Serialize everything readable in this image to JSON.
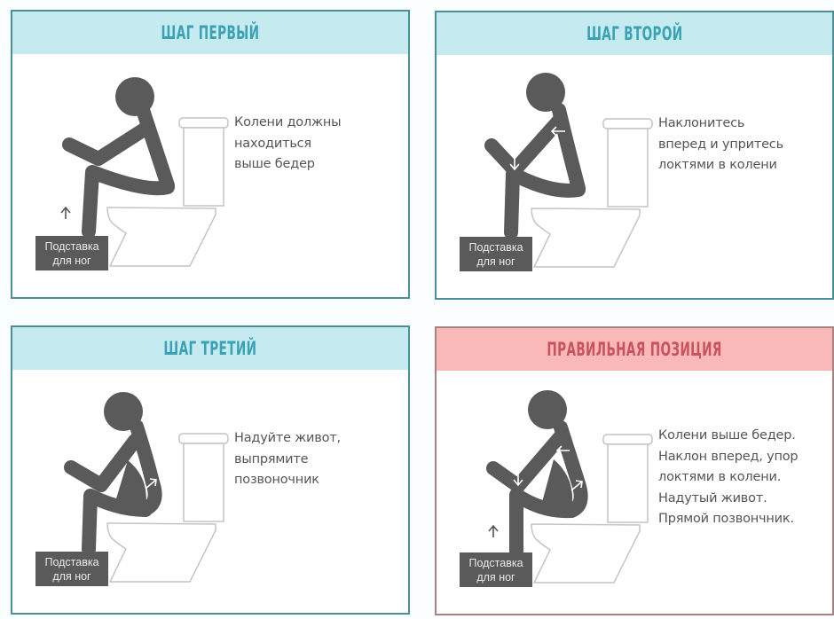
{
  "colors": {
    "teal_border": "#4b8f98",
    "teal_header": "#c5ebf1",
    "teal_title": "#3ba2b3",
    "pink_border": "#a58383",
    "pink_header": "#fab9b9",
    "pink_title": "#c8535c",
    "figure": "#5a5a5a",
    "text": "#555555"
  },
  "panels": [
    {
      "title": "ШАГ ПЕРВЫЙ",
      "variant": "teal",
      "description": [
        "Колени должны",
        "находиться",
        "выше бедер"
      ],
      "footstool": [
        "Подставка",
        "для ног"
      ],
      "arrows": [
        "up-arrow-footstool"
      ]
    },
    {
      "title": "ШАГ ВТОРОЙ",
      "variant": "teal",
      "description": [
        "Наклонитесь",
        "вперед и упритесь",
        "локтями в колени"
      ],
      "footstool": [
        "Подставка",
        "для ног"
      ],
      "arrows": [
        "left-arrow-back",
        "down-arrow-elbow"
      ]
    },
    {
      "title": "ШАГ ТРЕТИЙ",
      "variant": "teal",
      "description": [
        "Надуйте живот,",
        "выпрямите",
        "позвоночник"
      ],
      "footstool": [
        "Подставка",
        "для ног"
      ],
      "arrows": [
        "left-arrow-belly",
        "diagonal-arrow-belly"
      ]
    },
    {
      "title": "ПРАВИЛЬНАЯ ПОЗИЦИЯ",
      "variant": "pink",
      "description": [
        "Колени выше бедер.",
        "Наклон вперед, упор",
        "локтями в колени.",
        "Надутый живот.",
        "Прямой позвончник."
      ],
      "footstool": [
        "Подставка",
        "для ног"
      ],
      "arrows": [
        "left-arrow-back",
        "down-arrow-elbow",
        "left-arrow-belly",
        "diagonal-arrow-belly",
        "up-arrow-footstool"
      ]
    }
  ]
}
